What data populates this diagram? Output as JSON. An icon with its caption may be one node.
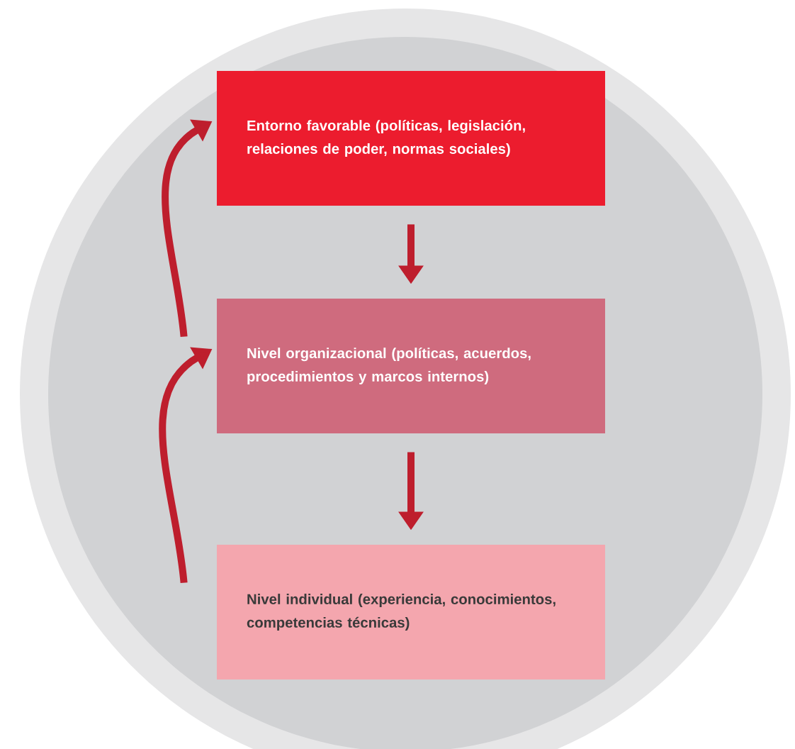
{
  "diagram": {
    "nodes": [
      {
        "text": [
          "Entorno favorable (políticas, legislación, relaciones de poder, normas sociales)"
        ]
      },
      {
        "text": [
          "Nivel organizacional (políticas, acuerdos, procedimientos y marcos internos)"
        ]
      },
      {
        "text": [
          "Nivel individual (experiencia, conocimientos, competencias técnicas)"
        ]
      }
    ],
    "edges": [
      {
        "from": 0,
        "to": 1,
        "arrow": "to"
      },
      {
        "from": 1,
        "to": 2,
        "arrow": "to"
      },
      {
        "from": 2,
        "to": 1,
        "arrow": "to"
      },
      {
        "from": 1,
        "to": 0,
        "arrow": "to"
      }
    ]
  }
}
